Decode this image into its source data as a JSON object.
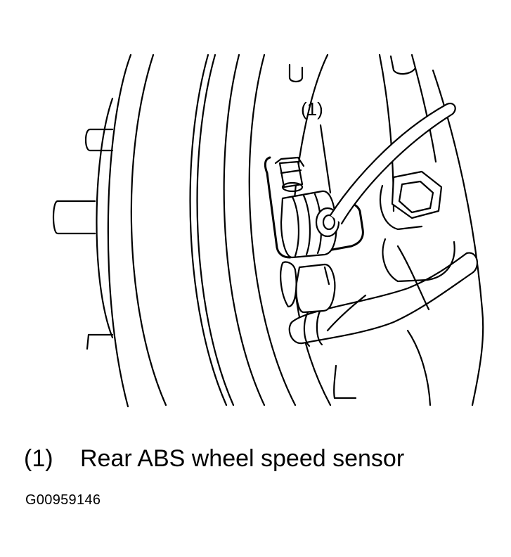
{
  "diagram": {
    "callout": "(1)"
  },
  "legend": {
    "items": [
      {
        "number": "(1)",
        "label": "Rear ABS wheel speed sensor"
      }
    ]
  },
  "figure": {
    "id": "G00959146"
  }
}
